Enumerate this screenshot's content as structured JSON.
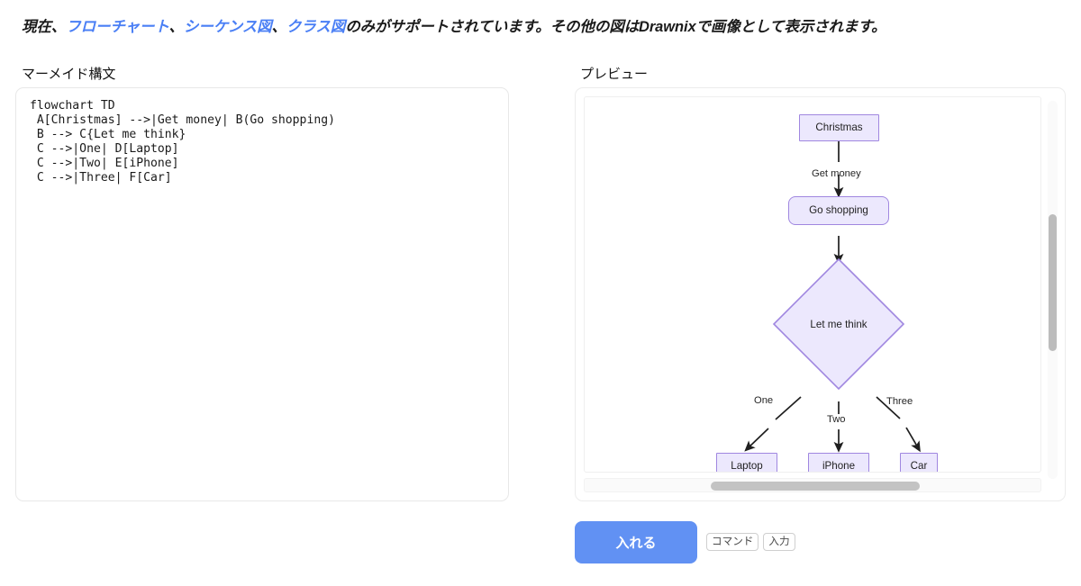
{
  "notice": {
    "prefix": "現在、",
    "links": [
      "フローチャート",
      "シーケンス図",
      "クラス図"
    ],
    "separator": "、",
    "suffix": "のみがサポートされています。その他の図はDrawnixで画像として表示されます。"
  },
  "headings": {
    "left": "マーメイド構文",
    "right": "プレビュー"
  },
  "editor": {
    "code": "flowchart TD\n A[Christmas] -->|Get money| B(Go shopping)\n B --> C{Let me think}\n C -->|One| D[Laptop]\n C -->|Two| E[iPhone]\n C -->|Three| F[Car]"
  },
  "footer": {
    "insert_label": "入れる",
    "kbd_command": "コマンド",
    "kbd_enter": "入力"
  },
  "colors": {
    "link_blue": "#4a7ff5",
    "button_blue": "#6191f3",
    "node_fill": "#ece8fd",
    "node_border": "#a087e0",
    "edge_stroke": "#1f1f1f",
    "panel_border": "#e8e8e8",
    "scrollbar_thumb": "#bcbcbc"
  },
  "chart_data": {
    "type": "diagram",
    "diagram_kind": "flowchart",
    "direction": "TD",
    "title": "Christmas shopping decision flowchart",
    "nodes": [
      {
        "id": "A",
        "label": "Christmas",
        "shape": "rect"
      },
      {
        "id": "B",
        "label": "Go shopping",
        "shape": "rounded"
      },
      {
        "id": "C",
        "label": "Let me think",
        "shape": "diamond"
      },
      {
        "id": "D",
        "label": "Laptop",
        "shape": "rect"
      },
      {
        "id": "E",
        "label": "iPhone",
        "shape": "rect"
      },
      {
        "id": "F",
        "label": "Car",
        "shape": "rect"
      }
    ],
    "edges": [
      {
        "from": "A",
        "to": "B",
        "label": "Get money"
      },
      {
        "from": "B",
        "to": "C",
        "label": ""
      },
      {
        "from": "C",
        "to": "D",
        "label": "One"
      },
      {
        "from": "C",
        "to": "E",
        "label": "Two"
      },
      {
        "from": "C",
        "to": "F",
        "label": "Three"
      }
    ]
  },
  "preview": {
    "vscroll_position": "middle",
    "hscroll_position": "center"
  }
}
